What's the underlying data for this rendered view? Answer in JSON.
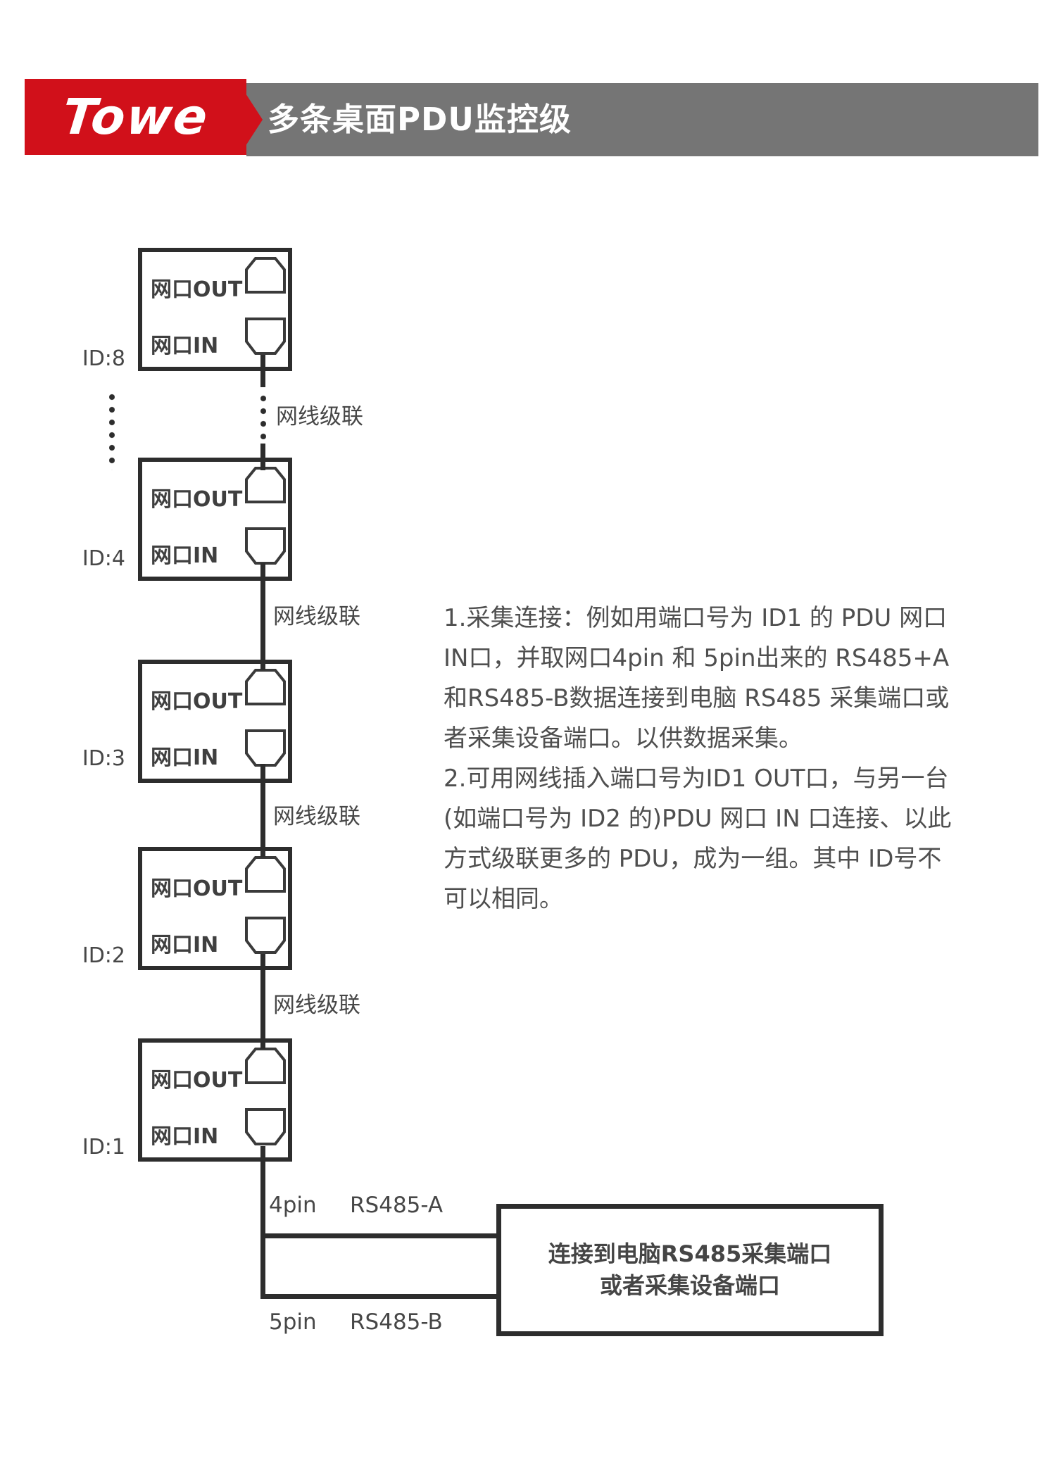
{
  "header": {
    "logo_text": "Towe",
    "title": "多条桌面PDU监控级"
  },
  "colors": {
    "brand_red": "#d1101a",
    "banner_gray": "#757575",
    "line_dark": "#2d2d2d",
    "label_gray": "#474747",
    "note_gray": "#4f4f4f"
  },
  "diagram": {
    "pdu_units": [
      {
        "id_label": "ID:8",
        "out_label": "网口OUT",
        "in_label": "网口IN"
      },
      {
        "id_label": "ID:4",
        "out_label": "网口OUT",
        "in_label": "网口IN"
      },
      {
        "id_label": "ID:3",
        "out_label": "网口OUT",
        "in_label": "网口IN"
      },
      {
        "id_label": "ID:2",
        "out_label": "网口OUT",
        "in_label": "网口IN"
      },
      {
        "id_label": "ID:1",
        "out_label": "网口OUT",
        "in_label": "网口IN"
      }
    ],
    "cascade_labels": [
      "网线级联",
      "网线级联",
      "网线级联",
      "网线级联"
    ],
    "bottom": {
      "pin4_label": "4pin",
      "rs485_a_label": "RS485-A",
      "pin5_label": "5pin",
      "rs485_b_label": "RS485-B",
      "target_line1": "连接到电脑RS485采集端口",
      "target_line2": "或者采集设备端口"
    }
  },
  "notes": {
    "lines": [
      "1.采集连接：例如用端口号为 ID1 的 PDU 网口",
      "IN口，并取网口4pin 和 5pin出来的 RS485+A",
      "和RS485-B数据连接到电脑 RS485 采集端口或",
      "者采集设备端口。以供数据采集。",
      "2.可用网线插入端口号为ID1 OUT口，与另一台",
      "(如端口号为 ID2 的)PDU 网口 IN 口连接、以此",
      "方式级联更多的 PDU，成为一组。其中 ID号不",
      "可以相同。"
    ]
  }
}
